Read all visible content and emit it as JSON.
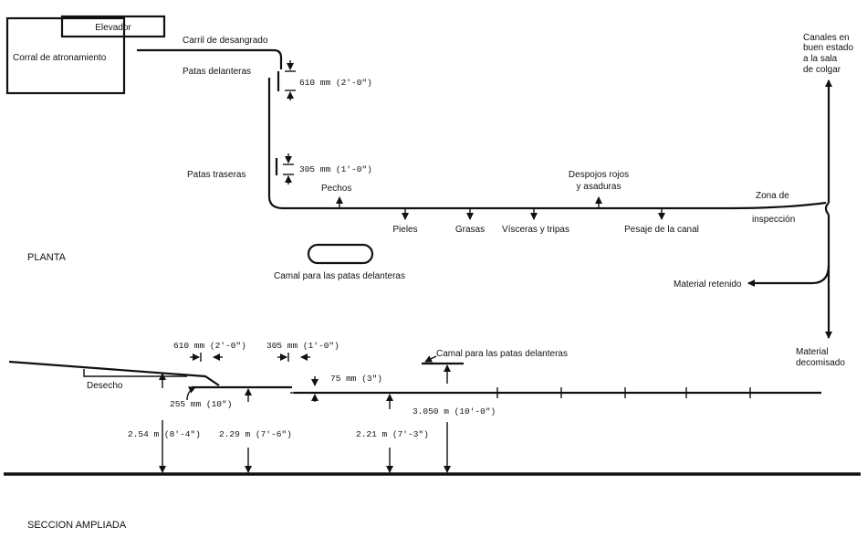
{
  "plan": {
    "corral": "Corral de atronamiento",
    "elevator": "Elevador",
    "bleed_rail": "Carril de desangrado",
    "front_legs": "Patas delanteras",
    "dim_610": "610 mm   (2'-0\")",
    "hind_legs": "Patas traseras",
    "dim_305": "305 mm   (1'-0\")",
    "chests": "Pechos",
    "red_offal_1": "Despojos rojos",
    "red_offal_2": "y asaduras",
    "skins": "Pieles",
    "fats": "Grasas",
    "viscera": "Vísceras y tripas",
    "carcass_weighing": "Pesaje de la canal",
    "inspection_1": "Zona de",
    "inspection_2": "inspección",
    "good_1": "Canales en",
    "good_2": "buen estado",
    "good_3": "a la sala",
    "good_4": "de colgar",
    "retained": "Material retenido",
    "front_leg_chute": "Camal para las patas delanteras",
    "plan_title": "PLANTA"
  },
  "section": {
    "dim_610": "610 mm (2'-0\")",
    "dim_305": "305 mm (1'-0\")",
    "chute_label": "Camal para las patas delanteras",
    "condemned_1": "Material",
    "condemned_2": "decomisado",
    "waste": "Desecho",
    "dim_75": "75 mm  (3\")",
    "dim_255": "255 mm (10\")",
    "dim_3050": "3.050 m (10'-0\")",
    "h_254": "2.54 m  (8'-4\")",
    "h_229": "2.29 m  (7'-6\")",
    "h_221": "2.21 m  (7'-3\")",
    "section_title": "SECCION AMPLIADA"
  }
}
